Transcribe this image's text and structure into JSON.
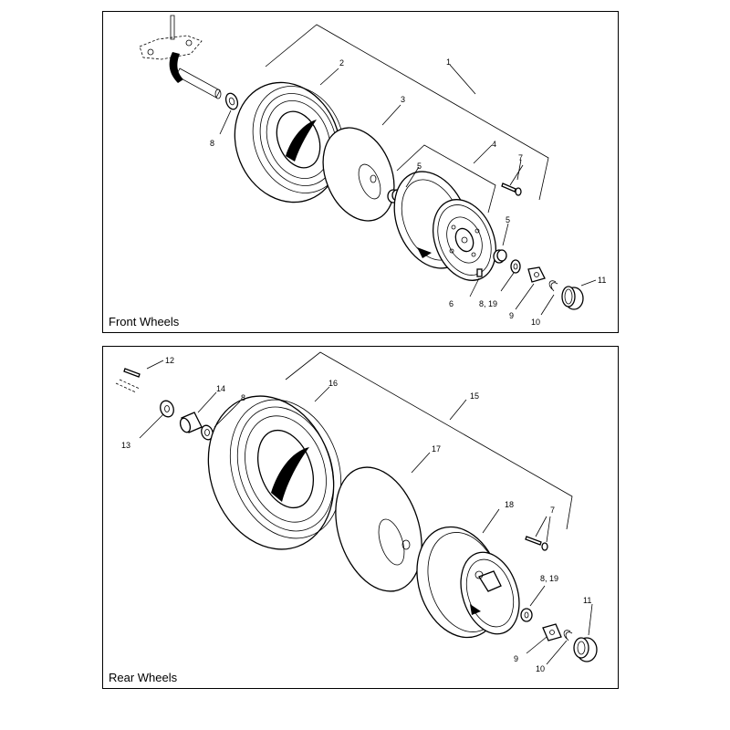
{
  "panels": {
    "front": {
      "title": "Front Wheels",
      "callouts": {
        "c1": "1",
        "c2": "2",
        "c3": "3",
        "c4": "4",
        "c5a": "5",
        "c5b": "5",
        "c6": "6",
        "c7": "7",
        "c8": "8",
        "c819": "8, 19",
        "c9": "9",
        "c10": "10",
        "c11": "11"
      }
    },
    "rear": {
      "title": "Rear Wheels",
      "callouts": {
        "c12": "12",
        "c13": "13",
        "c14": "14",
        "c8": "8",
        "c16": "16",
        "c15": "15",
        "c17": "17",
        "c18": "18",
        "c7": "7",
        "c819": "8, 19",
        "c11": "11",
        "c9": "9",
        "c10": "10"
      }
    }
  }
}
